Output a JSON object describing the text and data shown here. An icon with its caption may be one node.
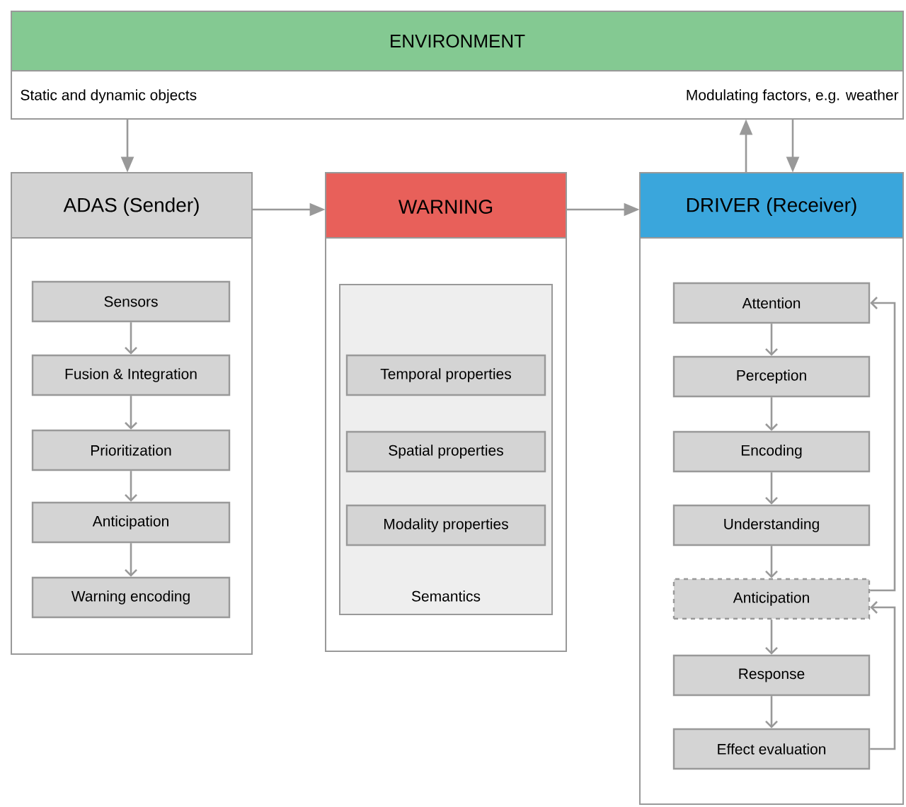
{
  "diagram": {
    "nodes": [
      {
        "text": [
          "ENVIRONMENT",
          "Static and dynamic objects",
          "Modulating factors, e.g. weather"
        ]
      },
      {
        "text": [
          "ADAS (Sender)"
        ]
      },
      {
        "text": [
          "Sensors"
        ],
        "in": 1
      },
      {
        "text": [
          "Fusion & Integration"
        ],
        "in": 1
      },
      {
        "text": [
          "Prioritization"
        ],
        "in": 1
      },
      {
        "text": [
          "Anticipation"
        ],
        "in": 1
      },
      {
        "text": [
          "Warning encoding"
        ],
        "in": 1
      },
      {
        "text": [
          "WARNING"
        ]
      },
      {
        "text": [
          "Semantics"
        ],
        "in": 7
      },
      {
        "text": [
          "Temporal properties"
        ],
        "in": 8
      },
      {
        "text": [
          "Spatial properties"
        ],
        "in": 8
      },
      {
        "text": [
          "Modality properties"
        ],
        "in": 8
      },
      {
        "text": [
          "DRIVER (Receiver)"
        ]
      },
      {
        "text": [
          "Attention"
        ],
        "in": 12
      },
      {
        "text": [
          "Perception"
        ],
        "in": 12
      },
      {
        "text": [
          "Encoding"
        ],
        "in": 12
      },
      {
        "text": [
          "Understanding"
        ],
        "in": 12
      },
      {
        "text": [
          "Anticipation"
        ],
        "in": 12
      },
      {
        "text": [
          "Response"
        ],
        "in": 12
      },
      {
        "text": [
          "Effect evaluation"
        ],
        "in": 12
      }
    ],
    "edges": [
      {
        "from": 0,
        "to": 1,
        "arrow": "to"
      },
      {
        "from": 1,
        "to": 7,
        "arrow": "to"
      },
      {
        "from": 7,
        "to": 12,
        "arrow": "to"
      },
      {
        "from": 12,
        "to": 0,
        "arrow": "to"
      },
      {
        "from": 0,
        "to": 12,
        "arrow": "to"
      },
      {
        "from": 2,
        "to": 3,
        "arrow": "to"
      },
      {
        "from": 3,
        "to": 4,
        "arrow": "to"
      },
      {
        "from": 4,
        "to": 5,
        "arrow": "to"
      },
      {
        "from": 5,
        "to": 6,
        "arrow": "to"
      },
      {
        "from": 13,
        "to": 14,
        "arrow": "to"
      },
      {
        "from": 14,
        "to": 15,
        "arrow": "to"
      },
      {
        "from": 15,
        "to": 16,
        "arrow": "to"
      },
      {
        "from": 16,
        "to": 17,
        "arrow": "to"
      },
      {
        "from": 17,
        "to": 18,
        "arrow": "to"
      },
      {
        "from": 18,
        "to": 19,
        "arrow": "to"
      },
      {
        "from": 17,
        "to": 13,
        "arrow": "to"
      },
      {
        "from": 19,
        "to": 17,
        "arrow": "to"
      }
    ]
  }
}
